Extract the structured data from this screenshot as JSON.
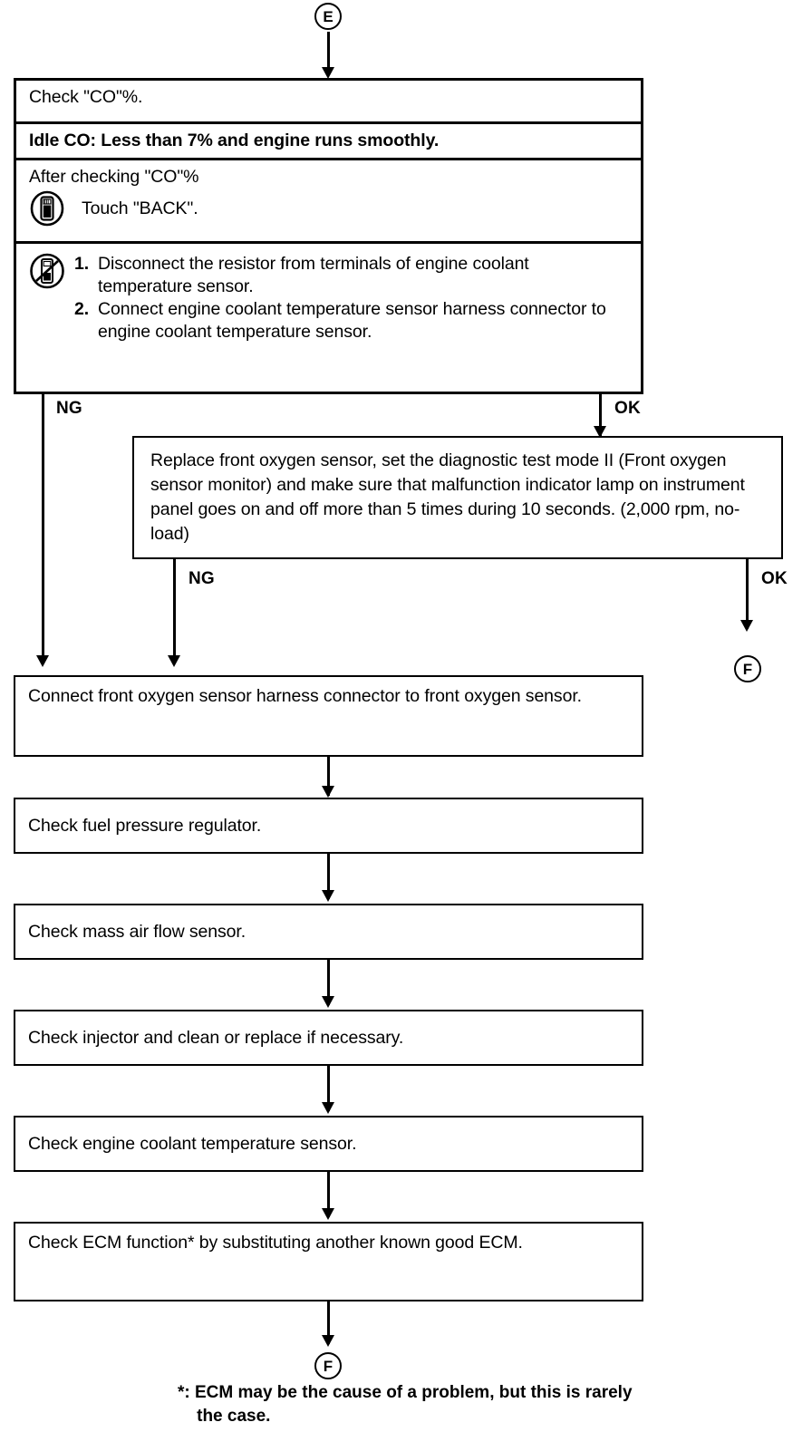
{
  "diagram": {
    "type": "flowchart",
    "title": "Diagnostic trouble-shooting flow chart (front oxygen sensor / CO check)",
    "entry_connector": "E",
    "exit_connector": "F"
  },
  "connectors": {
    "top": "E",
    "right_exit": "F",
    "bottom_exit": "F"
  },
  "icons": {
    "scan_tool": "scan-tool-icon",
    "no_scan_tool": "no-scan-tool-icon"
  },
  "boxes": {
    "co_check": {
      "rows": [
        {
          "text": "Check \"CO\"%.",
          "bold": false
        },
        {
          "text": "Idle CO: Less than 7% and engine runs smoothly.",
          "bold": true
        },
        {
          "text": "After checking \"CO\"%",
          "sub_text": "Touch \"BACK\"."
        }
      ],
      "instructions": {
        "items": [
          {
            "number": "1.",
            "text": "Disconnect the resistor from terminals of engine coolant temperature sensor."
          },
          {
            "number": "2.",
            "text": "Connect engine coolant temperature sensor harness connector to engine coolant temperature sensor."
          }
        ]
      }
    },
    "replace_o2": {
      "text": "Replace front oxygen sensor, set the diagnostic test mode II (Front oxygen sensor monitor) and make sure that malfunction indicator lamp on instrument panel goes on and off more than 5 times during 10 seconds. (2,000 rpm, no-load)"
    },
    "connect_o2": {
      "text": "Connect front oxygen sensor harness connector to front oxygen sensor."
    },
    "fuel_pressure": {
      "text": "Check fuel pressure regulator."
    },
    "maf": {
      "text": "Check mass air flow sensor."
    },
    "injector": {
      "text": "Check injector and clean or replace if necessary."
    },
    "ect": {
      "text": "Check engine coolant temperature sensor."
    },
    "ecm": {
      "text": "Check ECM function* by substituting another known good ECM."
    }
  },
  "edge_labels": {
    "ng1": "NG",
    "ok1": "OK",
    "ng2": "NG",
    "ok2": "OK"
  },
  "footnote": {
    "text": "*: ECM may be the cause of a problem, but this is rarely\n    the case."
  },
  "colors": {
    "ink": "#000000",
    "paper": "#ffffff"
  }
}
